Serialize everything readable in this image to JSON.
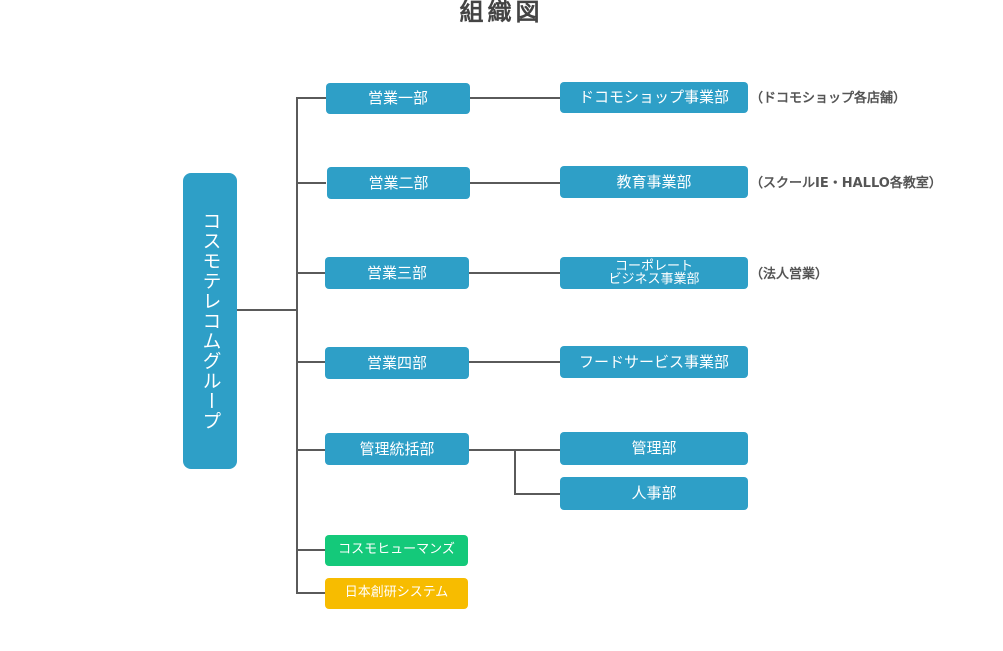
{
  "title": "組織図",
  "root": {
    "label": "コスモテレコムグループ",
    "color": "#2e9fc7"
  },
  "departments": [
    {
      "label": "営業一部",
      "color": "#2e9fc7"
    },
    {
      "label": "営業二部",
      "color": "#2e9fc7"
    },
    {
      "label": "営業三部",
      "color": "#2e9fc7"
    },
    {
      "label": "営業四部",
      "color": "#2e9fc7"
    },
    {
      "label": "管理統括部",
      "color": "#2e9fc7"
    },
    {
      "label": "コスモヒューマンズ",
      "color": "#14c97a"
    },
    {
      "label": "日本創研システム",
      "color": "#f7bc00"
    }
  ],
  "divisions": [
    {
      "label": "ドコモショップ事業部",
      "note": "（ドコモショップ各店舗）"
    },
    {
      "label": "教育事業部",
      "note": "（スクールIE・HALLO各教室）"
    },
    {
      "label_line1": "コーポレート",
      "label_line2": "ビジネス事業部",
      "note": "（法人営業）"
    },
    {
      "label": "フードサービス事業部"
    },
    {
      "label": "管理部"
    },
    {
      "label": "人事部"
    }
  ],
  "colors": {
    "primary": "#2e9fc7",
    "green": "#14c97a",
    "gold": "#f7bc00",
    "connector": "#5a5a5a"
  }
}
